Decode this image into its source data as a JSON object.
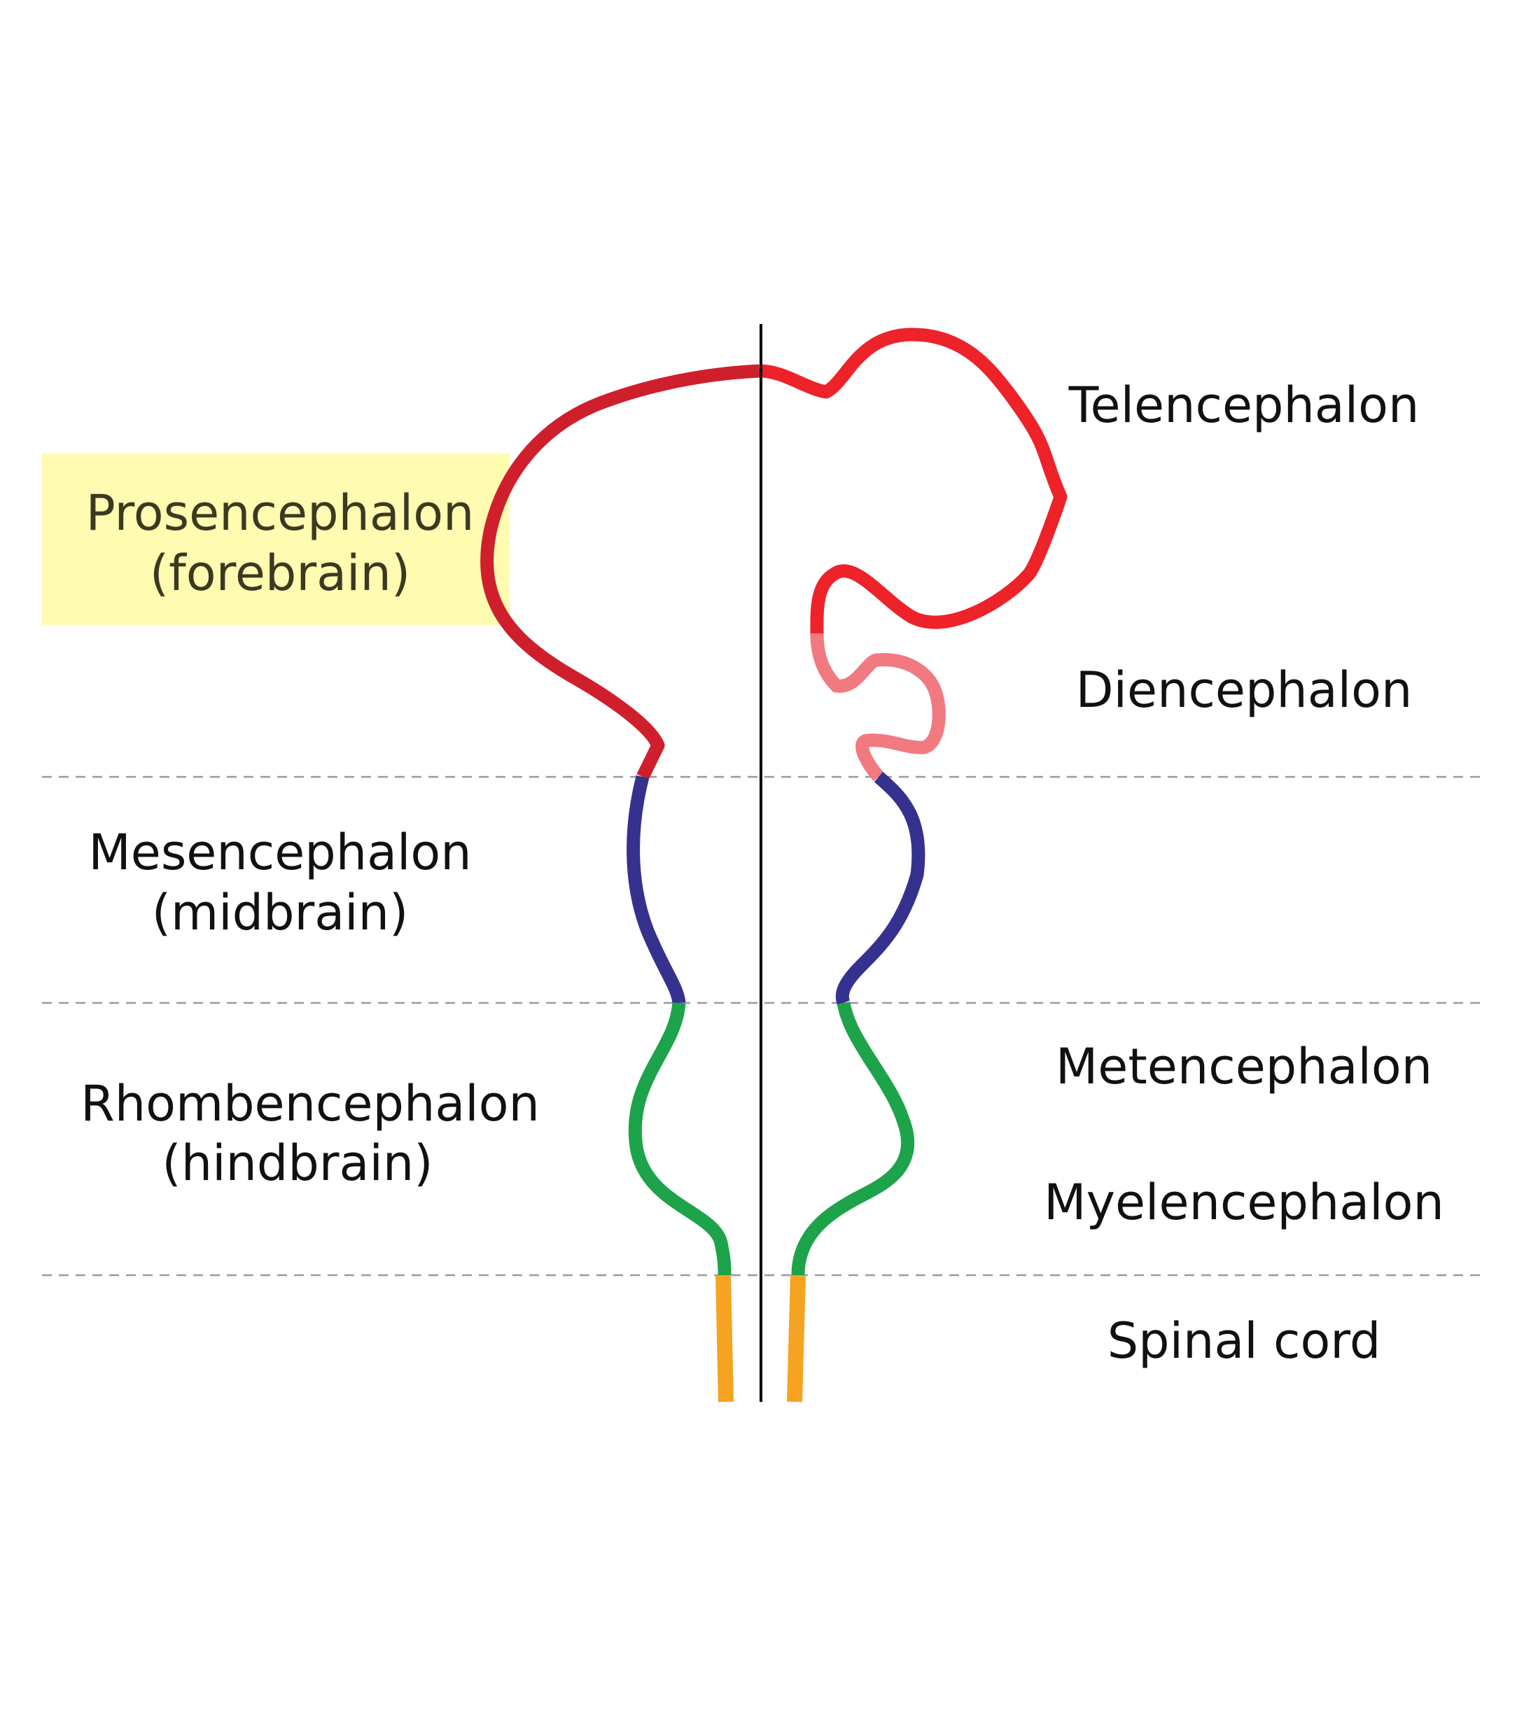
{
  "colors": {
    "background": "#ffffff",
    "prosencephalon": "#cf1f2c",
    "telencephalon": "#ee2229",
    "diencephalon": "#f07a80",
    "mesencephalon": "#35318e",
    "rhombencephalon": "#1da34a",
    "spinal_cord": "#f6a321",
    "midline": "#000000",
    "divider": "#9a9a9a",
    "highlight": "#fffbb0"
  },
  "left_labels": {
    "prosencephalon": {
      "name": "Prosencephalon",
      "common": "(forebrain)"
    },
    "mesencephalon": {
      "name": "Mesencephalon",
      "common": "(midbrain)"
    },
    "rhombencephalon": {
      "name": "Rhombencephalon",
      "common": "(hindbrain)"
    }
  },
  "right_labels": {
    "telencephalon": "Telencephalon",
    "diencephalon": "Diencephalon",
    "metencephalon": "Metencephalon",
    "myelencephalon": "Myelencephalon",
    "spinal_cord": "Spinal cord"
  }
}
